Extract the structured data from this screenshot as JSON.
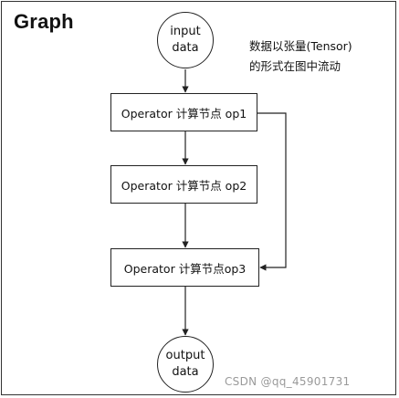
{
  "title": "Graph",
  "note": {
    "line1": "数据以张量(Tensor)",
    "line2": "的形式在图中流动"
  },
  "nodes": {
    "input": {
      "line1": "input",
      "line2": "data"
    },
    "op1": "Operator 计算节点 op1",
    "op2": "Operator 计算节点 op2",
    "op3": "Operator 计算节点op3",
    "output": {
      "line1": "output",
      "line2": "data"
    }
  },
  "watermark": "CSDN @qq_45901731",
  "colors": {
    "stroke": "#222222",
    "text": "#111111",
    "watermark": "#9a9a9a"
  }
}
